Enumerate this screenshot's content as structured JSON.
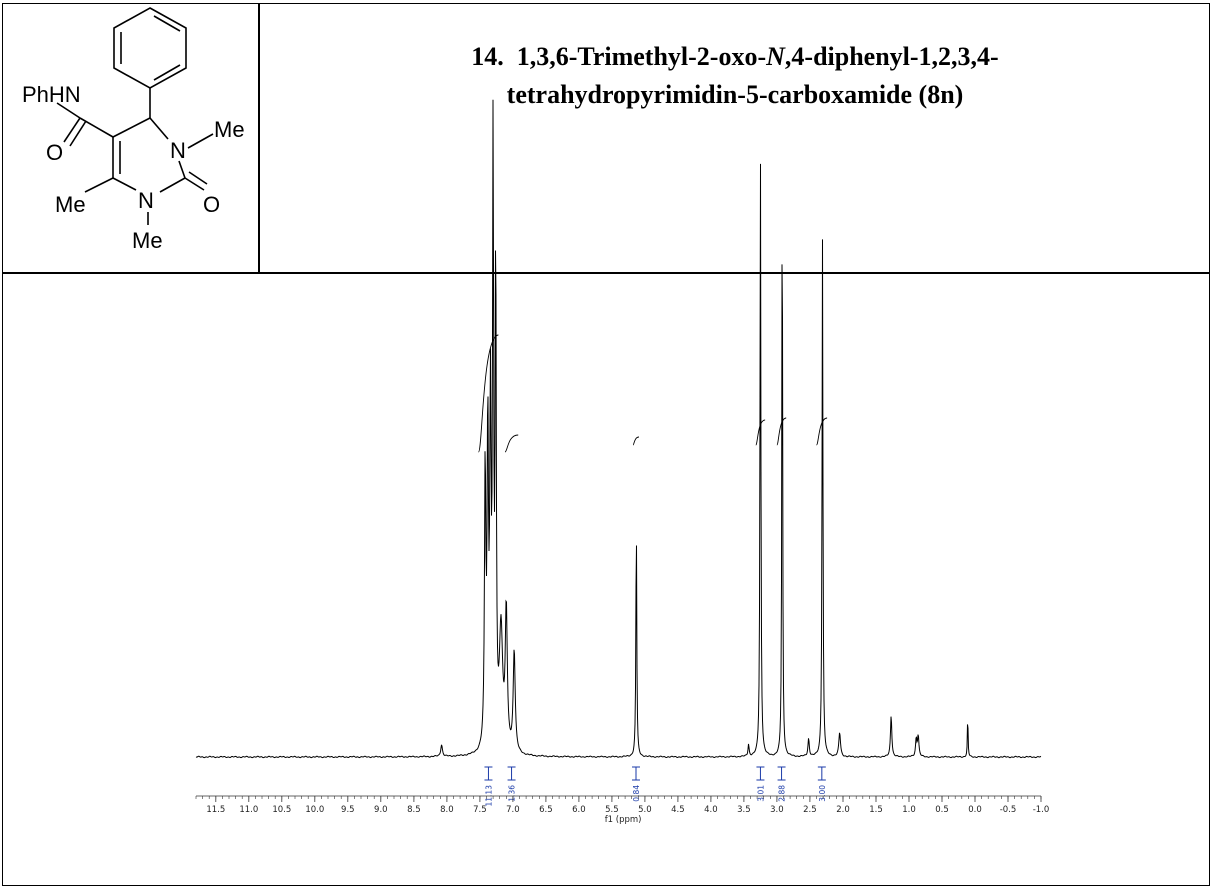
{
  "caption": {
    "number": "14.",
    "line1": "1,3,6-Trimethyl-2-oxo-",
    "italic": "N",
    "line1_end": ",4-diphenyl-1,2,3,4-",
    "line2": "tetrahydropyrimidin-5-carboxamide (8n)"
  },
  "structure": {
    "labels": [
      "PhHN",
      "O",
      "N",
      "Me",
      "O",
      "N",
      "Me",
      "Me"
    ]
  },
  "chart_data": {
    "type": "line",
    "xlabel": "f1 (ppm)",
    "xlim": [
      11.8,
      -1.0
    ],
    "xticks": [
      "11.5",
      "11.0",
      "10.5",
      "10.0",
      "9.5",
      "9.0",
      "8.5",
      "8.0",
      "7.5",
      "7.0",
      "6.5",
      "6.0",
      "5.5",
      "5.0",
      "4.5",
      "4.0",
      "3.5",
      "3.0",
      "2.5",
      "2.0",
      "1.5",
      "1.0",
      "0.5",
      "0.0",
      "-0.5",
      "-1.0"
    ],
    "tick_values": [
      11.5,
      11.0,
      10.5,
      10.0,
      9.5,
      9.0,
      8.5,
      8.0,
      7.5,
      7.0,
      6.5,
      6.0,
      5.5,
      5.0,
      4.5,
      4.0,
      3.5,
      3.0,
      2.5,
      2.0,
      1.5,
      1.0,
      0.5,
      0.0,
      -0.5,
      -1.0
    ],
    "peaks": [
      {
        "ppm": 8.08,
        "height": 0.02,
        "width": 0.015
      },
      {
        "ppm": 7.42,
        "height": 0.46,
        "width": 0.012
      },
      {
        "ppm": 7.38,
        "height": 0.52,
        "width": 0.012
      },
      {
        "ppm": 7.34,
        "height": 0.55,
        "width": 0.012
      },
      {
        "ppm": 7.3,
        "height": 0.98,
        "width": 0.01
      },
      {
        "ppm": 7.26,
        "height": 0.8,
        "width": 0.01
      },
      {
        "ppm": 7.18,
        "height": 0.2,
        "width": 0.03
      },
      {
        "ppm": 7.1,
        "height": 0.23,
        "width": 0.018
      },
      {
        "ppm": 6.98,
        "height": 0.17,
        "width": 0.018
      },
      {
        "ppm": 5.13,
        "height": 0.39,
        "width": 0.008
      },
      {
        "ppm": 3.43,
        "height": 0.02,
        "width": 0.01
      },
      {
        "ppm": 3.25,
        "height": 1.0,
        "width": 0.008
      },
      {
        "ppm": 2.92,
        "height": 1.0,
        "width": 0.007
      },
      {
        "ppm": 2.52,
        "height": 0.03,
        "width": 0.012
      },
      {
        "ppm": 2.31,
        "height": 0.86,
        "width": 0.008
      },
      {
        "ppm": 2.05,
        "height": 0.04,
        "width": 0.015
      },
      {
        "ppm": 1.27,
        "height": 0.07,
        "width": 0.012
      },
      {
        "ppm": 0.89,
        "height": 0.03,
        "width": 0.012
      },
      {
        "ppm": 0.86,
        "height": 0.035,
        "width": 0.012
      },
      {
        "ppm": 0.11,
        "height": 0.07,
        "width": 0.006
      }
    ],
    "integrals": [
      {
        "from": 7.52,
        "to": 7.22,
        "value": "11.13"
      },
      {
        "from": 7.12,
        "to": 6.92,
        "value": "1.36"
      },
      {
        "from": 5.18,
        "to": 5.09,
        "value": "0.84"
      },
      {
        "from": 3.32,
        "to": 3.18,
        "value": "3.01"
      },
      {
        "from": 3.0,
        "to": 2.86,
        "value": "2.88"
      },
      {
        "from": 2.4,
        "to": 2.24,
        "value": "3.00"
      }
    ]
  }
}
